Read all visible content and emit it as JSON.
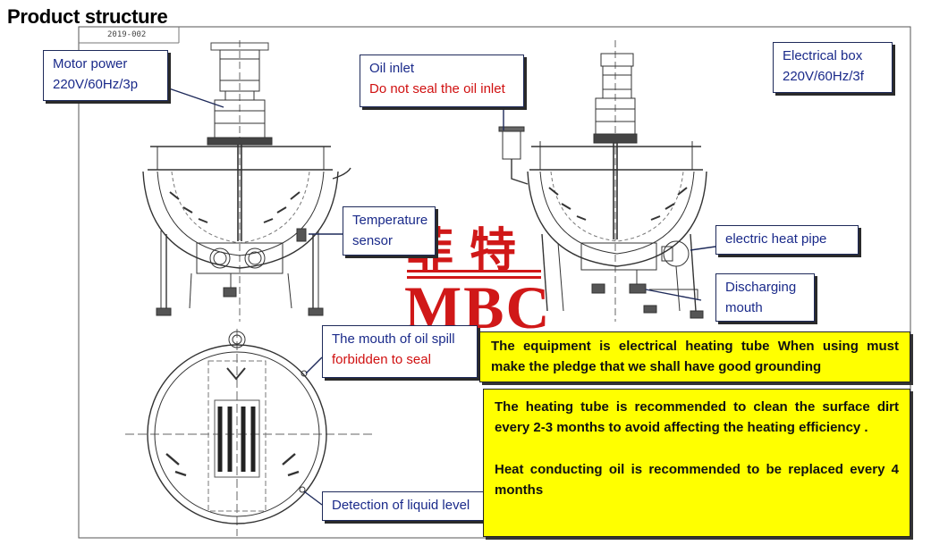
{
  "title": "Product structure",
  "stamp_text": "2019-002",
  "brand": {
    "chinese": "菲特",
    "latin": "MBC",
    "color": "#d01818"
  },
  "callouts": {
    "motor": {
      "line1": "Motor power",
      "line2": "220V/60Hz/3p"
    },
    "oil_inlet": {
      "line1": "Oil inlet",
      "line2": "Do not seal the oil inlet"
    },
    "electrical_box": {
      "line1": "Electrical box",
      "line2": "220V/60Hz/3f"
    },
    "temperature": {
      "line1": "Temperature",
      "line2": "sensor"
    },
    "heat_pipe": {
      "line1": "electric heat pipe"
    },
    "discharging": {
      "line1": "Discharging",
      "line2": "mouth"
    },
    "oil_spill": {
      "line1": "The mouth of oil spill",
      "line2": "forbidden to seal"
    },
    "liquid_level": {
      "line1": "Detection of liquid level"
    }
  },
  "notes": {
    "grounding": "The equipment is electrical heating tube When using must make the pledge that we shall have good grounding",
    "cleaning": "The heating tube is recommended to clean the surface dirt every 2-3 months to avoid affecting the heating efficiency .",
    "oil": "Heat conducting oil is recommended to be replaced every 4 months"
  },
  "colors": {
    "callout_text": "#1a2a8a",
    "warning_text": "#d01010",
    "note_background": "#ffff00",
    "drawing_line": "#333333"
  }
}
